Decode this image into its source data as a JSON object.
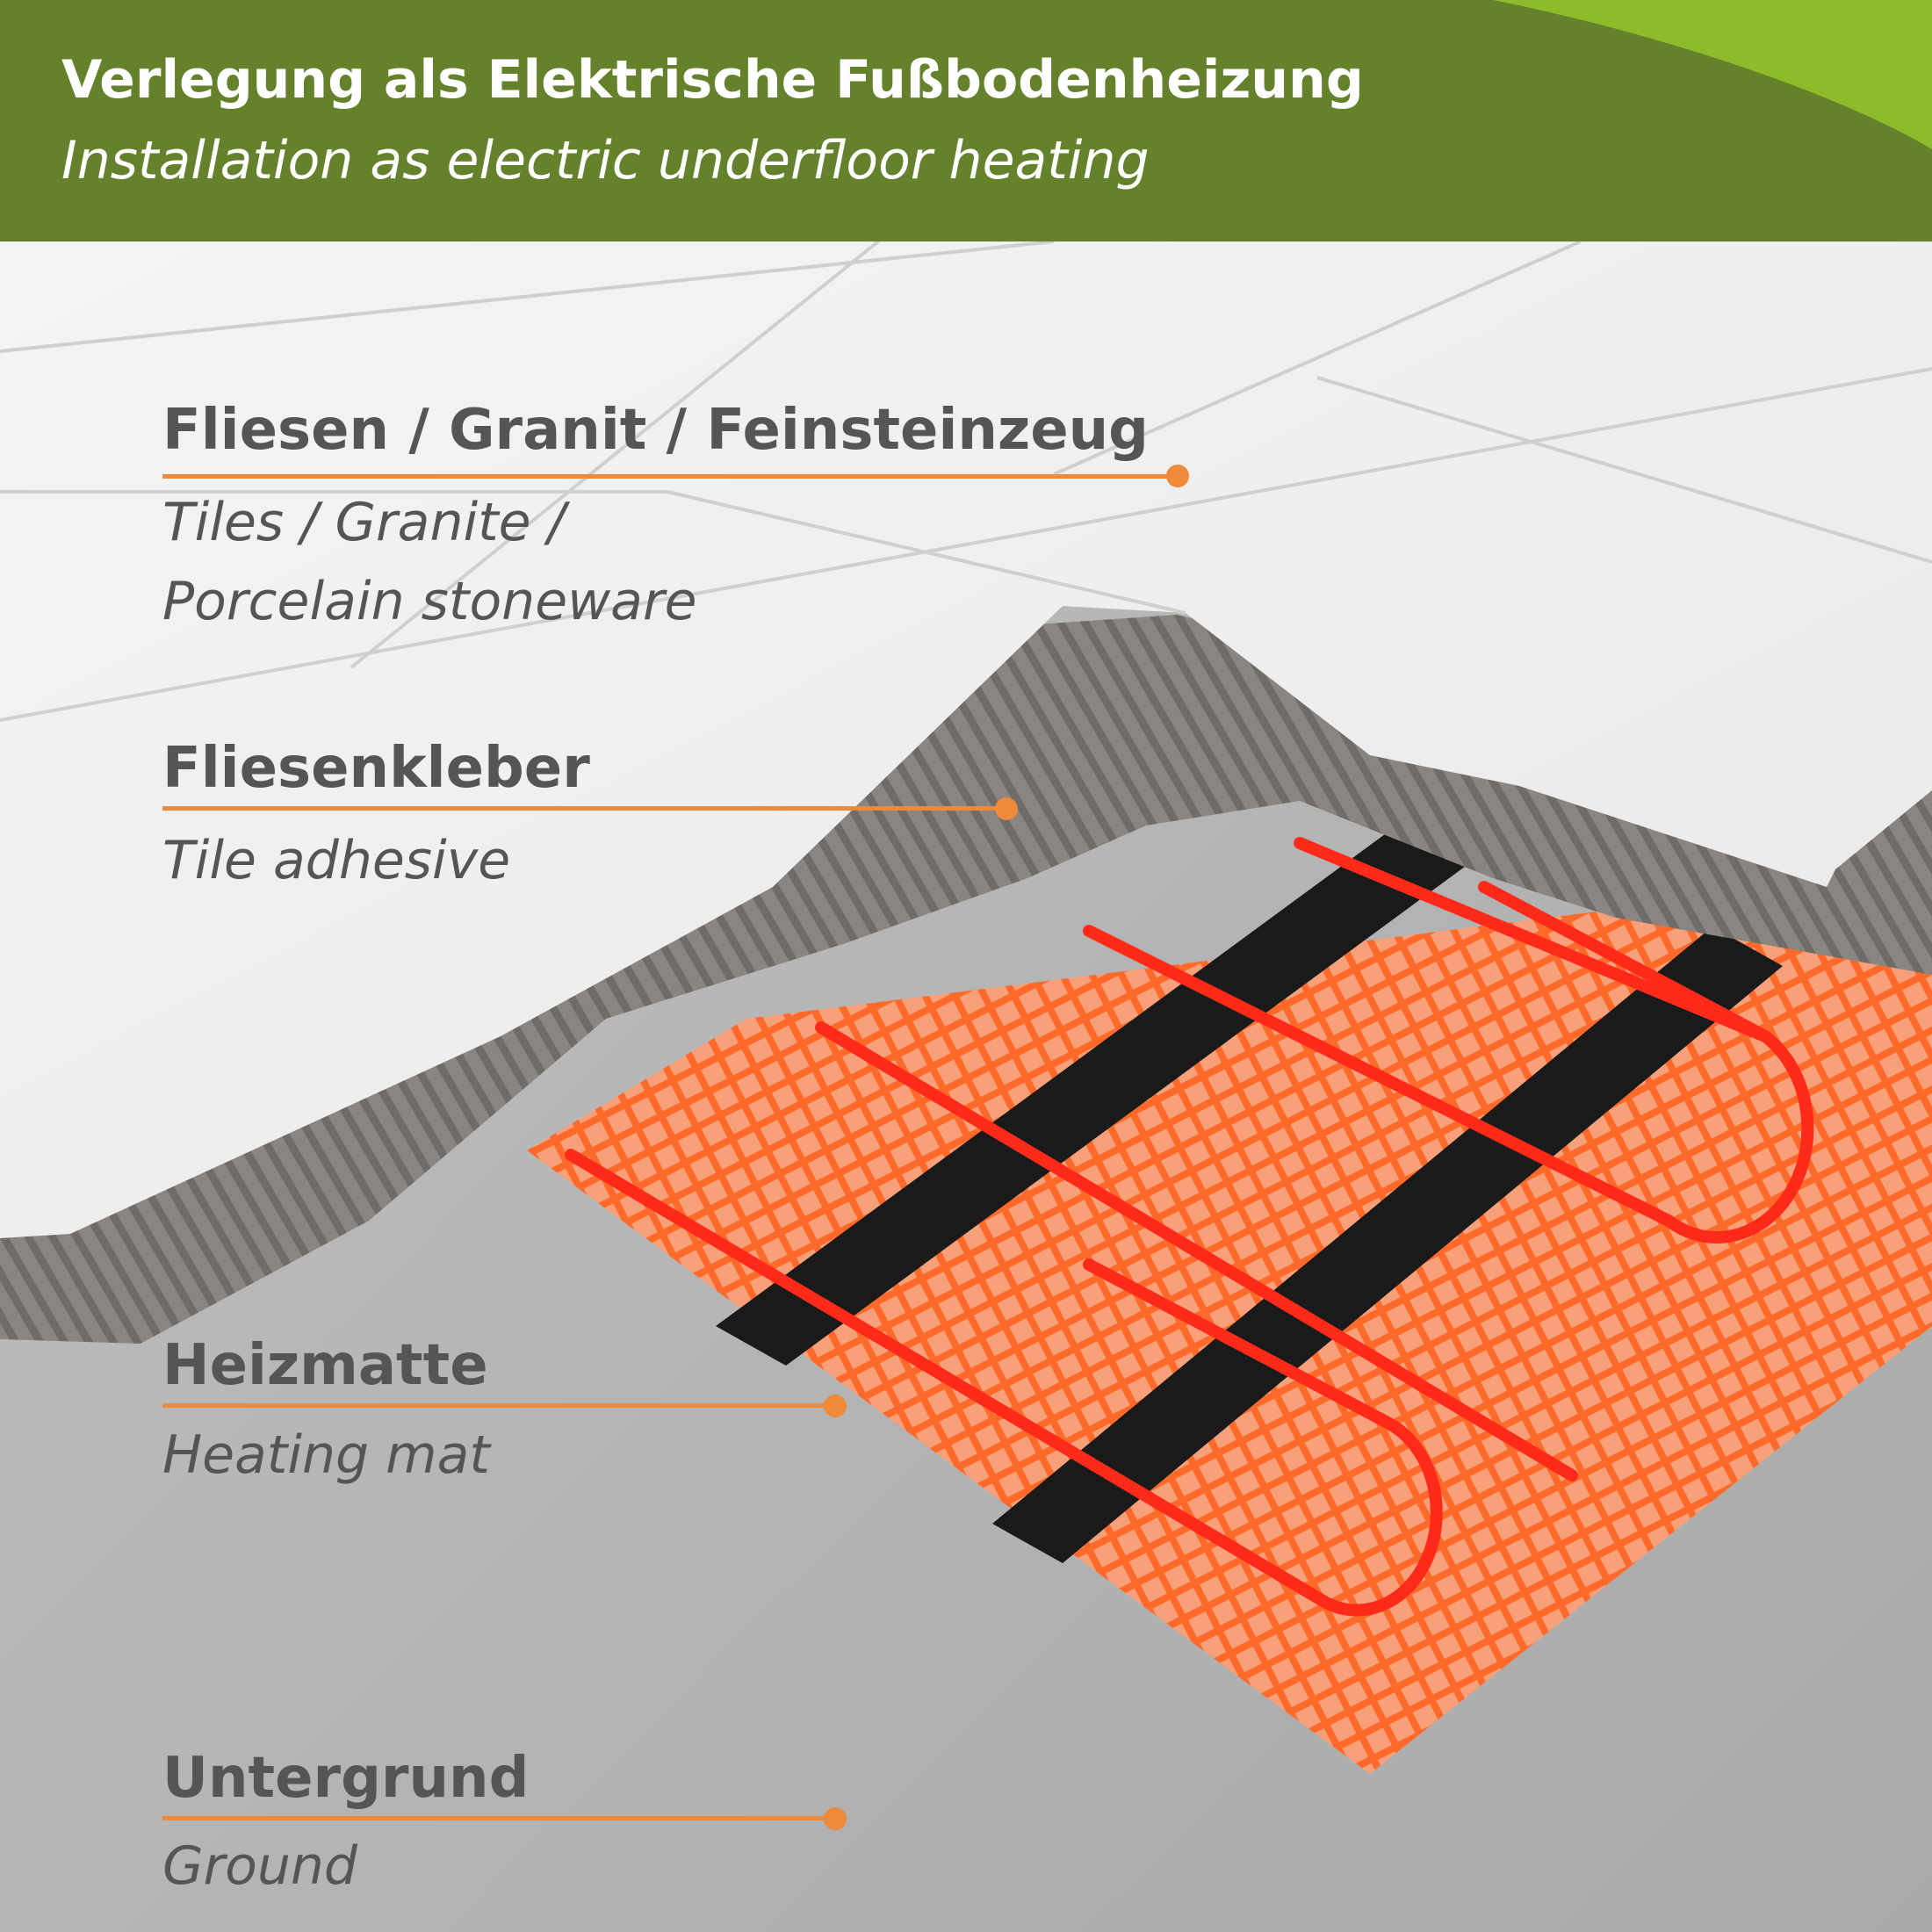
{
  "header": {
    "title": "Verlegung als Elektrische Fußbodenheizung",
    "subtitle": "Installation as electric underfloor heating"
  },
  "layers": [
    {
      "de": "Fliesen / Granit / Feinsteinzeug",
      "en_line1": "Tiles / Granite /",
      "en_line2": "Porcelain stoneware"
    },
    {
      "de": "Fliesenkleber",
      "en_line1": "Tile adhesive"
    },
    {
      "de": "Heizmatte",
      "en_line1": "Heating mat"
    },
    {
      "de": "Untergrund",
      "en_line1": "Ground"
    }
  ],
  "colors": {
    "header_green": "#64822c",
    "header_accent": "#8dbb2a",
    "leader_orange": "#ee8a3a",
    "text_gray": "#555555",
    "mesh_orange": "#ff6a2a",
    "cable_red": "#ff2a1a",
    "tape_black": "#1a1a1a",
    "tile_white": "#f0f0f0",
    "adhesive_gray": "#8a8580",
    "ground_gray": "#b5b5b5"
  }
}
